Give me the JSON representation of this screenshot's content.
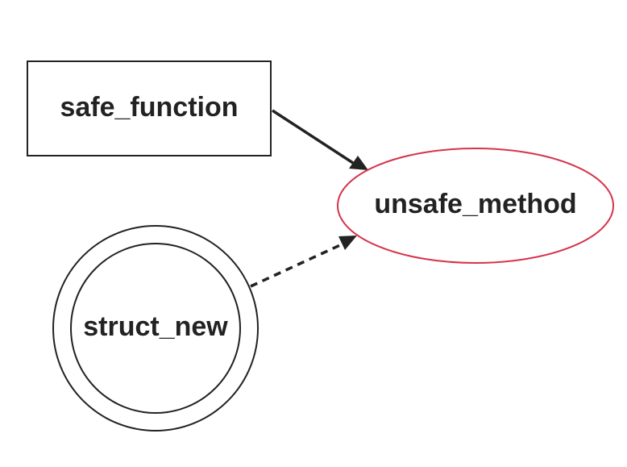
{
  "nodes": {
    "safe_function": {
      "label": "safe_function",
      "shape": "rectangle"
    },
    "unsafe_method": {
      "label": "unsafe_method",
      "shape": "ellipse",
      "stroke_color": "#d6334a"
    },
    "struct_new": {
      "label": "struct_new",
      "shape": "double-circle"
    }
  },
  "edges": [
    {
      "from": "safe_function",
      "to": "unsafe_method",
      "style": "solid"
    },
    {
      "from": "struct_new",
      "to": "unsafe_method",
      "style": "dashed"
    }
  ],
  "colors": {
    "node_stroke": "#222222",
    "edge": "#222222",
    "highlight_stroke": "#d6334a",
    "background": "#ffffff"
  }
}
